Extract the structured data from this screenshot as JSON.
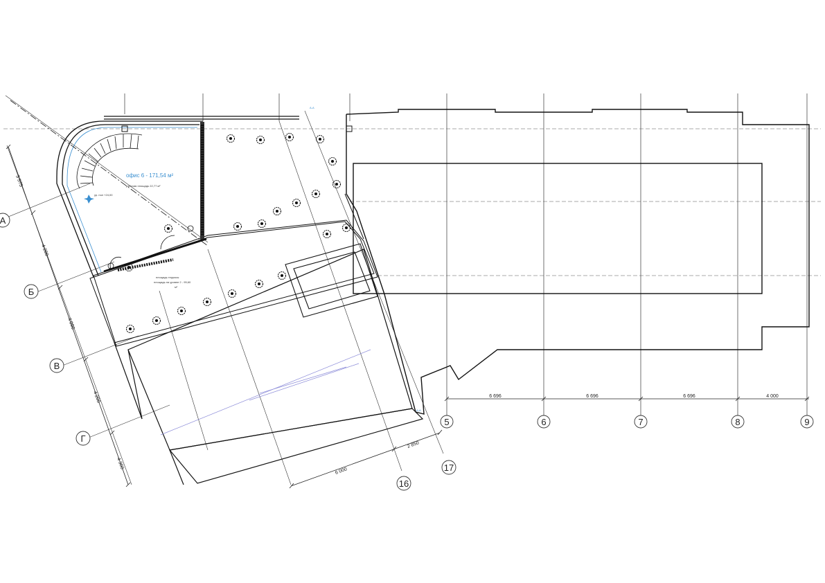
{
  "plan": {
    "grid_axes_numeric": [
      "5",
      "6",
      "7",
      "8",
      "9"
    ],
    "grid_axes_diagonal": [
      "16",
      "17"
    ],
    "grid_axes_letter": [
      "Б",
      "В",
      "Г"
    ],
    "partial_axis_label": "А",
    "dim_horizontal": [
      "6 696",
      "6 696",
      "6 696",
      "4 000"
    ],
    "dim_diagonal_bottom": [
      "6 000",
      "2 850"
    ],
    "dim_left": [
      "3 575",
      "4 200",
      "4 090",
      "4 200",
      "4 300"
    ],
    "room_area_label": "офис 6 - 171,54 м²",
    "room_sub_label": "рабочая площадь 22,77 м²",
    "terrace_label_1": "площадь террасы",
    "terrace_label_2": "площадь на уровне 2 - 95,60",
    "terrace_label_3": "м²",
    "level_mark": "ур. пол +24,00",
    "section_marks": [
      "А-А",
      "А-А"
    ]
  },
  "colors": {
    "line": "#1a1a1a",
    "thin": "#555555",
    "accent": "#3a8fd0",
    "purple": "#8a8ad8"
  },
  "icons": {
    "tree": "shrub-symbol",
    "stair": "spiral-stair-symbol"
  }
}
